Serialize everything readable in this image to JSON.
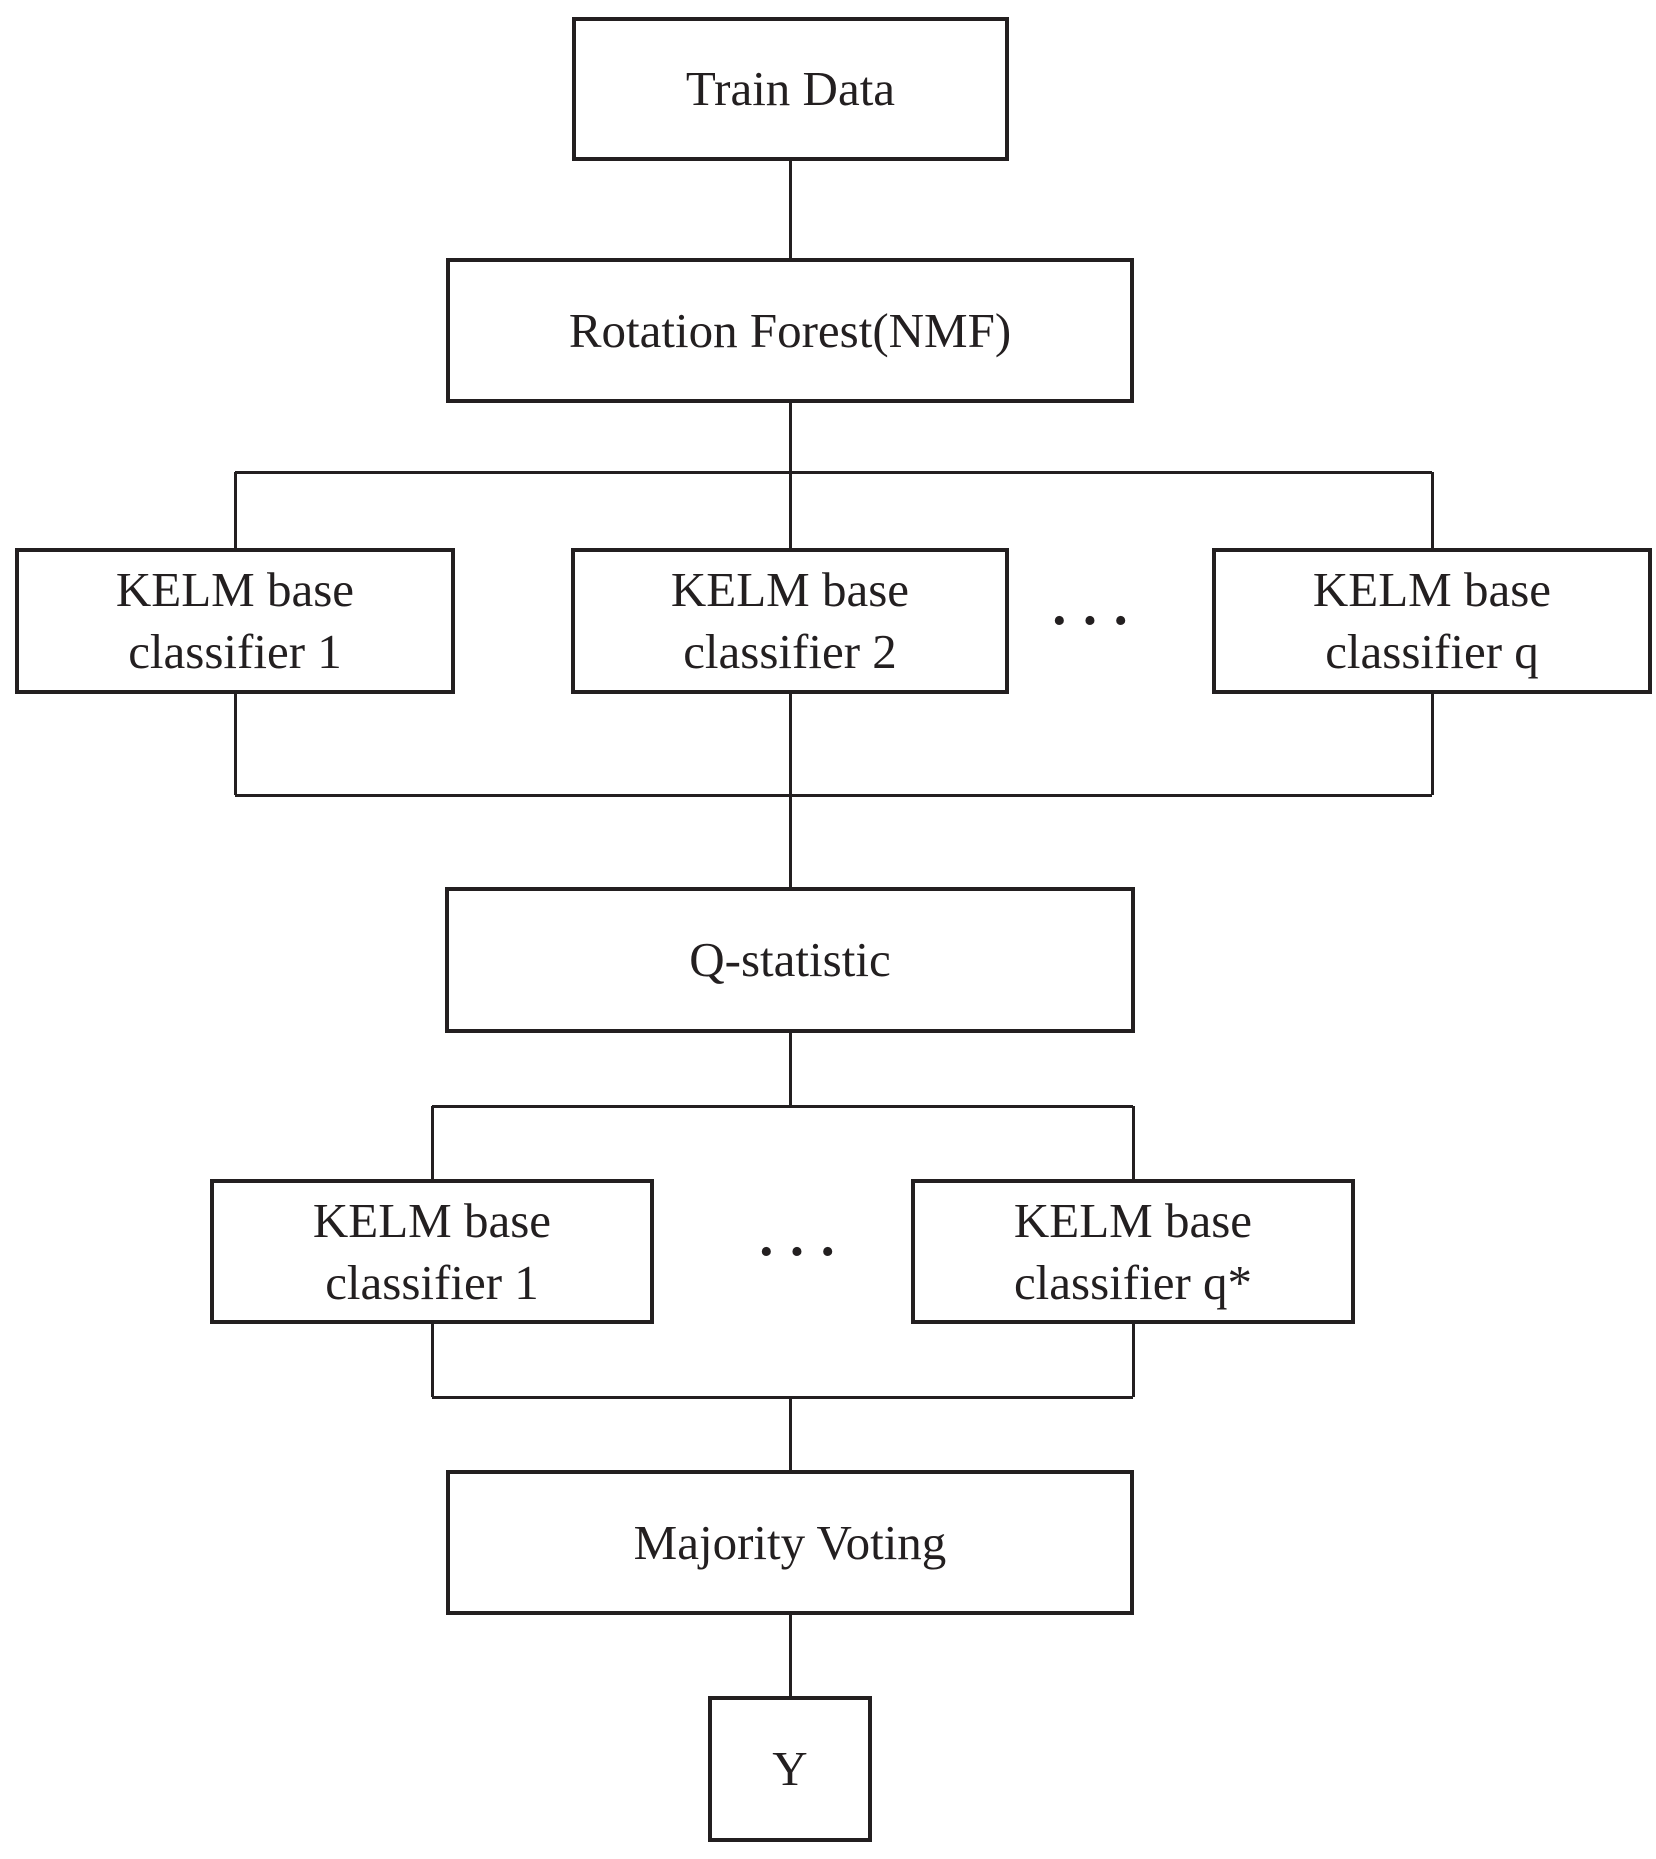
{
  "diagram": {
    "background_color": "#ffffff",
    "line_color": "#231f20",
    "text_color": "#231f20",
    "nodes": {
      "train_data": "Train Data",
      "rotation_forest": "Rotation Forest(NMF)",
      "kelm_r1_c1": "KELM base classifier 1",
      "kelm_r1_c2": "KELM base classifier 2",
      "kelm_r1_cq": "KELM base classifier q",
      "q_statistic": "Q-statistic",
      "kelm_r2_c1": "KELM base classifier 1",
      "kelm_r2_cq": "KELM base classifier q*",
      "majority_voting": "Majority Voting",
      "output": "Y"
    },
    "ellipsis_row1": "···",
    "ellipsis_row2": "···",
    "edges": [
      {
        "from": "train_data",
        "to": "rotation_forest"
      },
      {
        "from": "rotation_forest",
        "to": "kelm_r1_c1"
      },
      {
        "from": "rotation_forest",
        "to": "kelm_r1_c2"
      },
      {
        "from": "rotation_forest",
        "to": "kelm_r1_cq"
      },
      {
        "from": "kelm_r1_c1",
        "to": "q_statistic"
      },
      {
        "from": "kelm_r1_c2",
        "to": "q_statistic"
      },
      {
        "from": "kelm_r1_cq",
        "to": "q_statistic"
      },
      {
        "from": "q_statistic",
        "to": "kelm_r2_c1"
      },
      {
        "from": "q_statistic",
        "to": "kelm_r2_cq"
      },
      {
        "from": "kelm_r2_c1",
        "to": "majority_voting"
      },
      {
        "from": "kelm_r2_cq",
        "to": "majority_voting"
      },
      {
        "from": "majority_voting",
        "to": "output"
      }
    ]
  }
}
